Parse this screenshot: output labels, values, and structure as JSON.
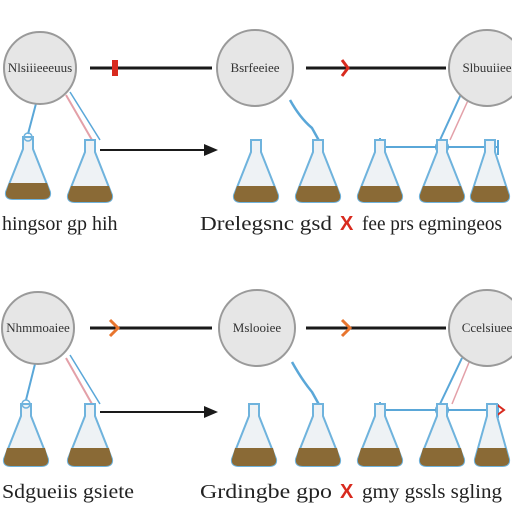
{
  "colors": {
    "background": "#ffffff",
    "bubble_fill": "#e6e6e6",
    "bubble_stroke": "#9a9a9a",
    "flask_glass": "#eef2f5",
    "flask_outline": "#6fb3dd",
    "liquid": "#8a6a36",
    "connector_blue": "#5aa7d8",
    "connector_pink": "#e3a0a8",
    "accent_red": "#d82a1e",
    "accent_orange": "#e8752e",
    "line_dark": "#1a1a1a"
  },
  "rows": [
    {
      "bubbles": [
        "Nlsiiieeeuus",
        "Bsrfeeiee",
        "Slbuuiiee"
      ],
      "caption_left": "hingsor gp hih",
      "caption_mid": "Drelegsnc gsd",
      "cross": "X",
      "caption_right": "fee prs egmingeos"
    },
    {
      "bubbles": [
        "Nhmmoaiee",
        "Mslooiee",
        "Ccelsiuee"
      ],
      "caption_left": "Sdgueiis gsiete",
      "caption_mid": "Grdingbe gpo",
      "cross": "X",
      "caption_right": "gmy gssls sgling"
    }
  ]
}
